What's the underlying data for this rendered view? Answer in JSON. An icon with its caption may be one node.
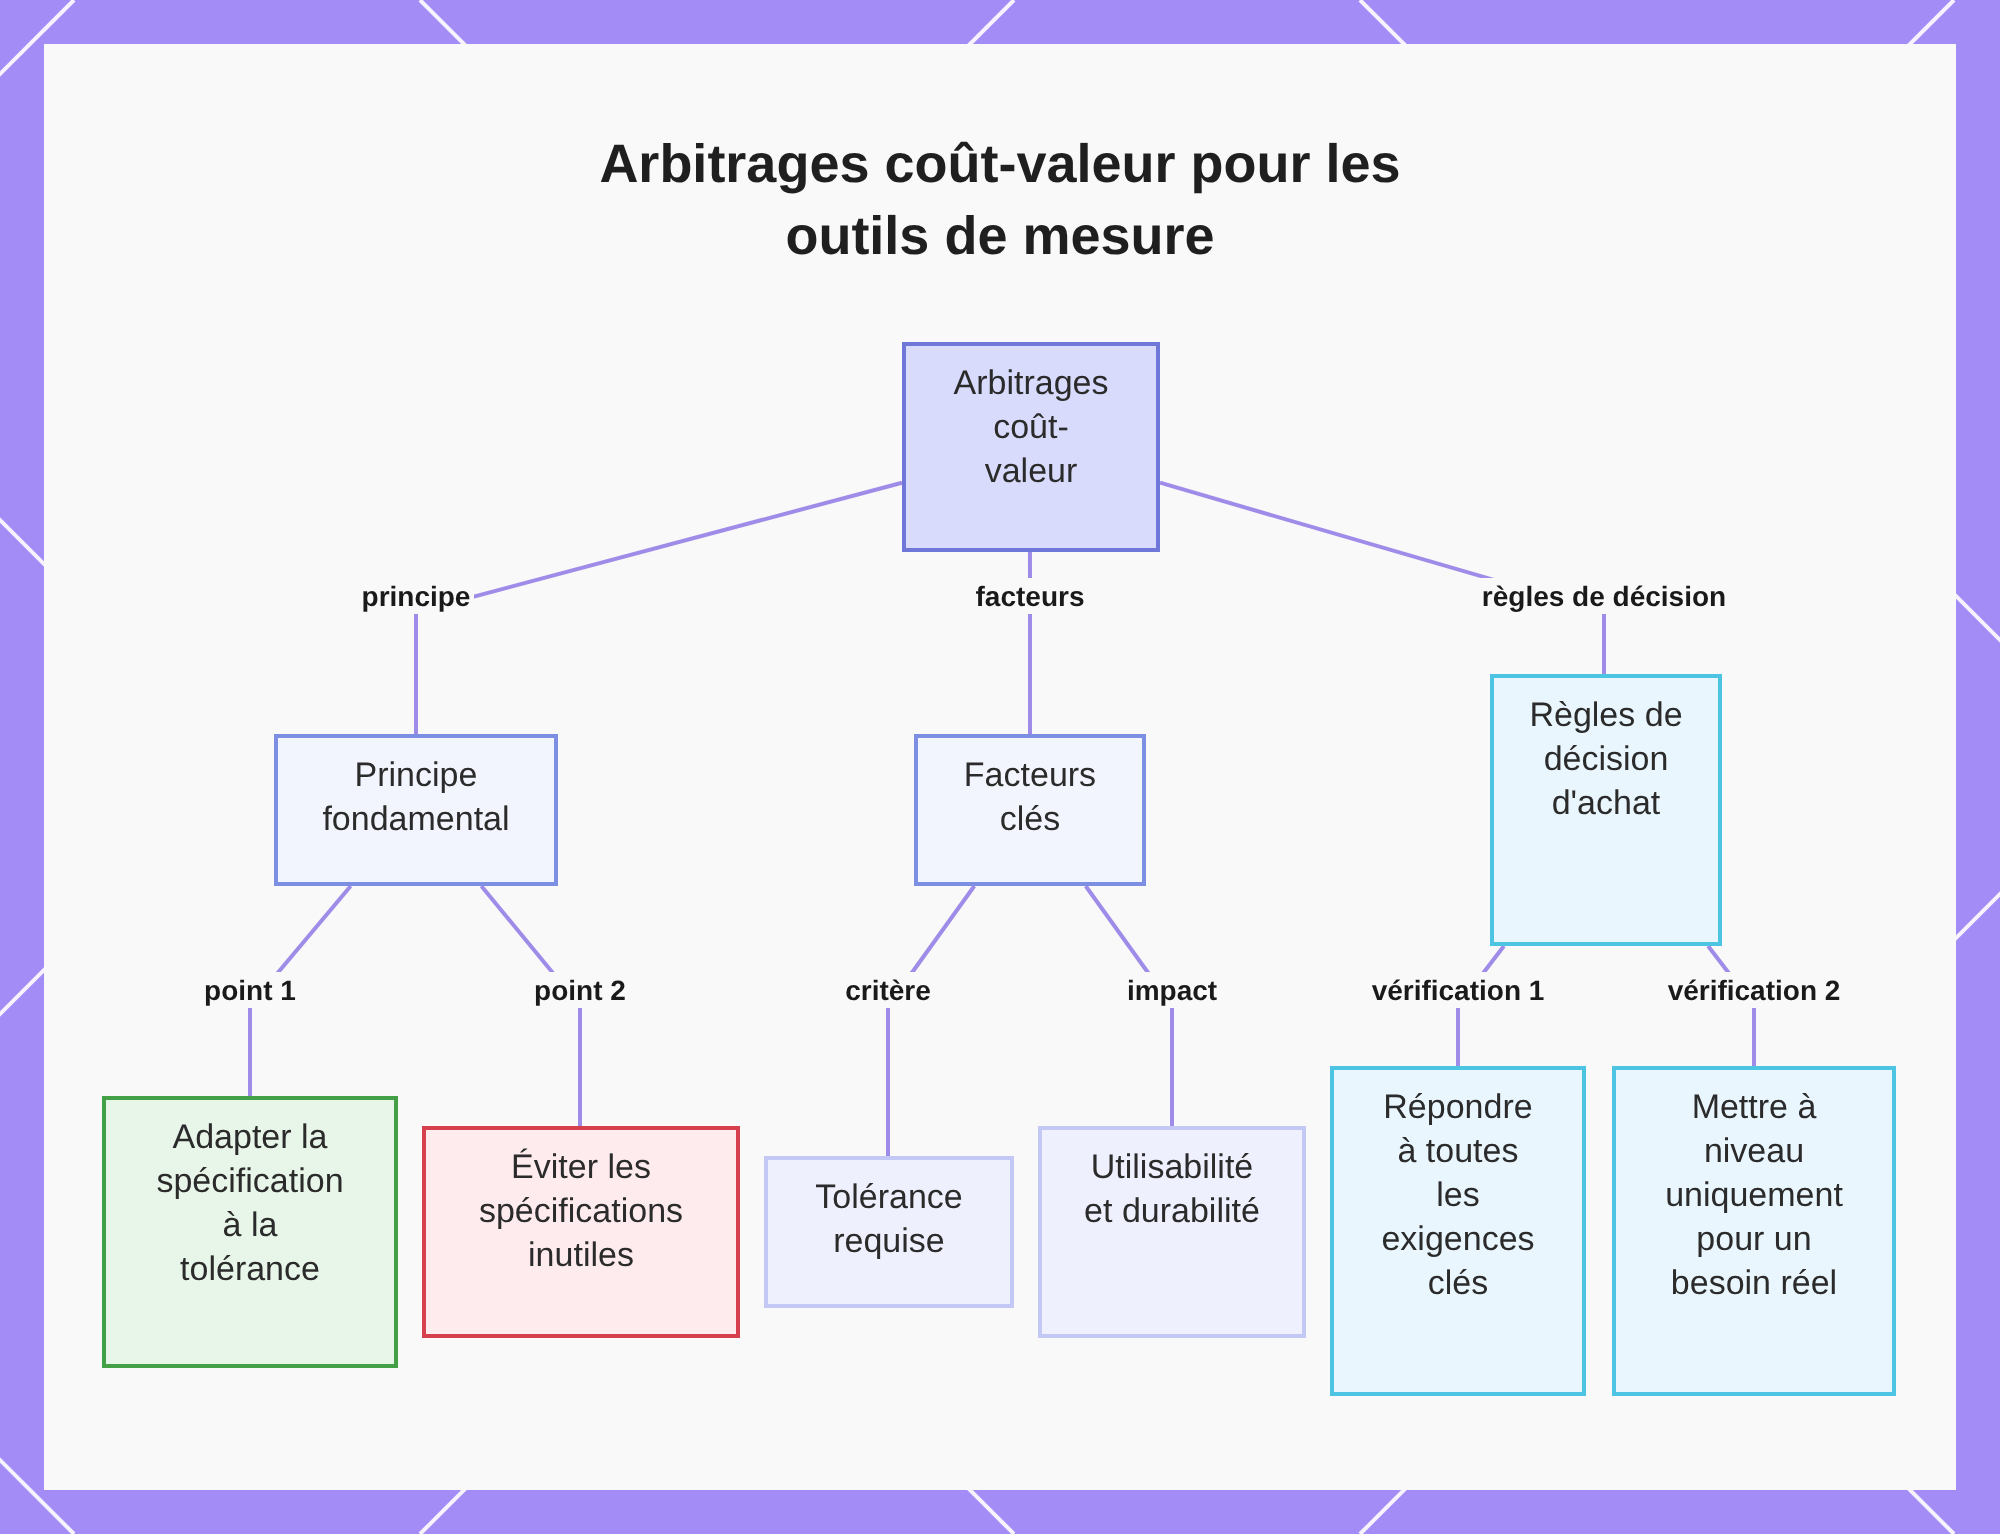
{
  "diagram": {
    "title": "Arbitrages coût-valeur pour les outils de mesure",
    "nodes": [
      {
        "text": [
          "Arbitrages coût-valeur"
        ]
      },
      {
        "text": [
          "Principe fondamental"
        ]
      },
      {
        "text": [
          "Facteurs clés"
        ]
      },
      {
        "text": [
          "Règles de décision d'achat"
        ]
      },
      {
        "text": [
          "Adapter la spécification à la tolérance"
        ]
      },
      {
        "text": [
          "Éviter les spécifications inutiles"
        ]
      },
      {
        "text": [
          "Tolérance requise"
        ]
      },
      {
        "text": [
          "Utilisabilité et durabilité"
        ]
      },
      {
        "text": [
          "Répondre à toutes les exigences clés"
        ]
      },
      {
        "text": [
          "Mettre à niveau uniquement pour un besoin réel"
        ]
      }
    ],
    "edges": [
      {
        "from": 0,
        "to": 1,
        "arrow": "none",
        "label": "principe"
      },
      {
        "from": 0,
        "to": 2,
        "arrow": "none",
        "label": "facteurs"
      },
      {
        "from": 0,
        "to": 3,
        "arrow": "none",
        "label": "règles de décision"
      },
      {
        "from": 1,
        "to": 4,
        "arrow": "none",
        "label": "point 1"
      },
      {
        "from": 1,
        "to": 5,
        "arrow": "none",
        "label": "point 2"
      },
      {
        "from": 2,
        "to": 6,
        "arrow": "none",
        "label": "critère"
      },
      {
        "from": 2,
        "to": 7,
        "arrow": "none",
        "label": "impact"
      },
      {
        "from": 3,
        "to": 8,
        "arrow": "none",
        "label": "vérification 1"
      },
      {
        "from": 3,
        "to": 9,
        "arrow": "none",
        "label": "vérification 2"
      }
    ]
  }
}
